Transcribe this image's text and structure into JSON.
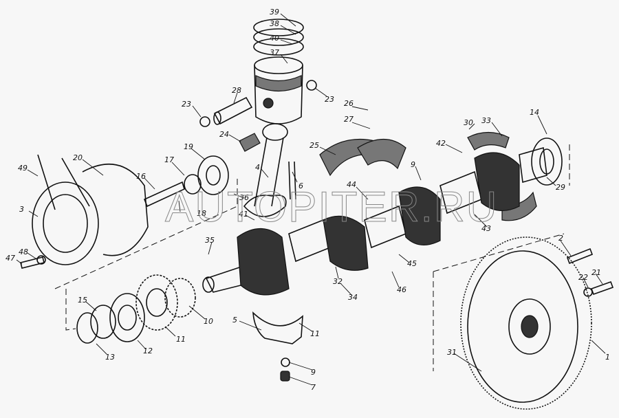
{
  "diagram": {
    "watermark": "AUTOPITER.RU",
    "labels": [
      "39",
      "38",
      "40",
      "37",
      "23",
      "28",
      "23",
      "24",
      "26",
      "27",
      "30",
      "33",
      "14",
      "25",
      "42",
      "9",
      "19",
      "17",
      "20",
      "49",
      "4",
      "6",
      "16",
      "18",
      "36",
      "44",
      "41",
      "3",
      "29",
      "43",
      "35",
      "48",
      "47",
      "45",
      "32",
      "46",
      "34",
      "2",
      "21",
      "22",
      "15",
      "10",
      "5",
      "11",
      "11",
      "12",
      "13",
      "31",
      "1",
      "9",
      "7"
    ]
  }
}
